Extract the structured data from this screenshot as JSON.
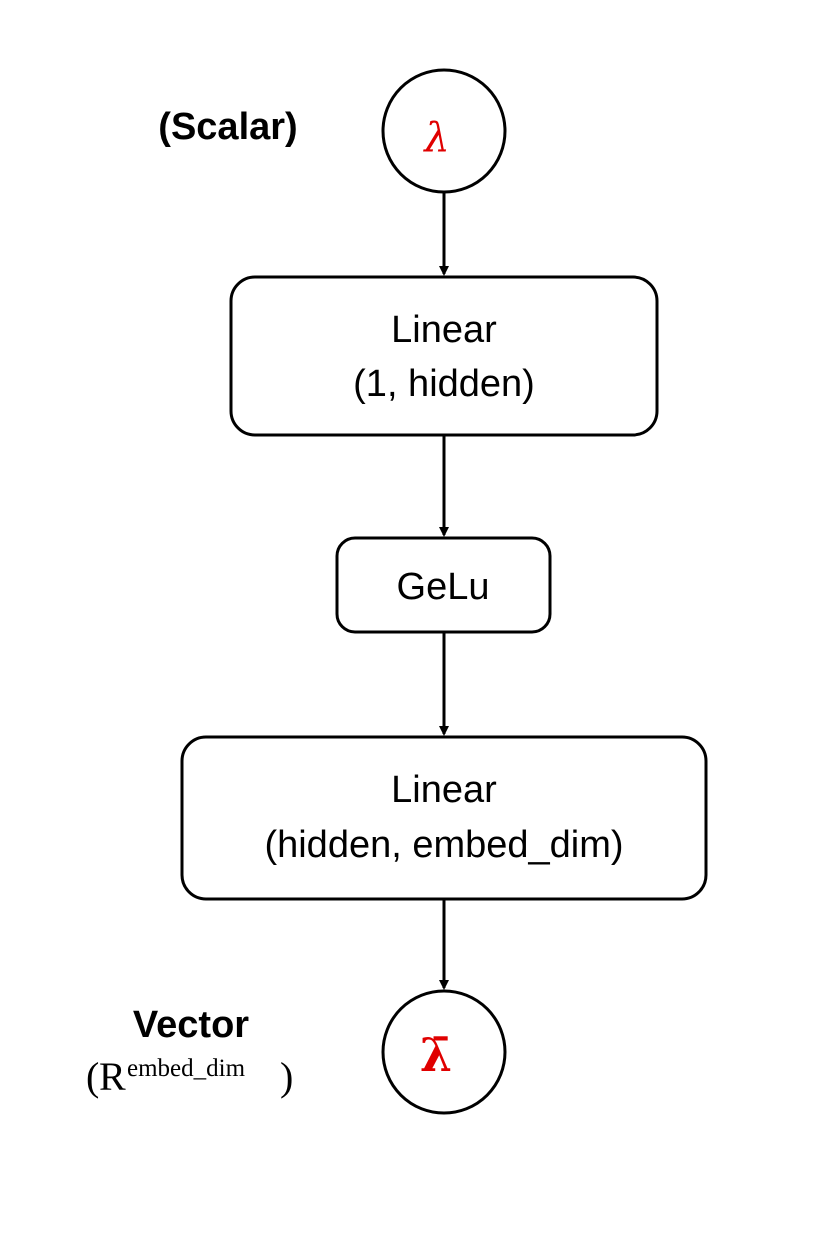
{
  "input_node": {
    "side_label": "(Scalar)",
    "symbol": "λ"
  },
  "layer1": {
    "name": "Linear",
    "shape": "(1, hidden)"
  },
  "activation": {
    "name": "GeLu"
  },
  "layer2": {
    "name": "Linear",
    "shape": "(hidden, embed_dim)"
  },
  "output_node": {
    "side_label": "Vector",
    "space_open": "(",
    "space_base": "R",
    "space_exponent": "embed_dim",
    "space_close": ")",
    "symbol": "λ̄"
  },
  "colors": {
    "symbol": "#e00000",
    "stroke": "#000000"
  }
}
